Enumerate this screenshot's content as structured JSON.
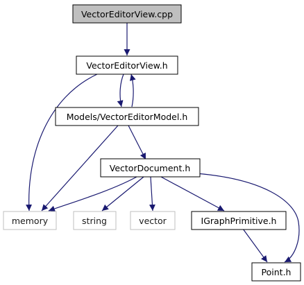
{
  "graph": {
    "nodes": {
      "root": {
        "label": "VectorEditorView.cpp",
        "kind": "root"
      },
      "view_h": {
        "label": "VectorEditorView.h",
        "kind": "project"
      },
      "model_h": {
        "label": "Models/VectorEditorModel.h",
        "kind": "project"
      },
      "document_h": {
        "label": "VectorDocument.h",
        "kind": "project"
      },
      "memory": {
        "label": "memory",
        "kind": "system"
      },
      "string": {
        "label": "string",
        "kind": "system"
      },
      "vector": {
        "label": "vector",
        "kind": "system"
      },
      "igraph_h": {
        "label": "IGraphPrimitive.h",
        "kind": "project"
      },
      "point_h": {
        "label": "Point.h",
        "kind": "project"
      }
    },
    "edges": [
      {
        "from": "root",
        "to": "view_h"
      },
      {
        "from": "view_h",
        "to": "memory"
      },
      {
        "from": "view_h",
        "to": "model_h"
      },
      {
        "from": "model_h",
        "to": "view_h"
      },
      {
        "from": "model_h",
        "to": "memory"
      },
      {
        "from": "model_h",
        "to": "document_h"
      },
      {
        "from": "document_h",
        "to": "memory"
      },
      {
        "from": "document_h",
        "to": "string"
      },
      {
        "from": "document_h",
        "to": "vector"
      },
      {
        "from": "document_h",
        "to": "igraph_h"
      },
      {
        "from": "document_h",
        "to": "point_h"
      },
      {
        "from": "igraph_h",
        "to": "point_h"
      }
    ],
    "colors": {
      "edge": "#191970",
      "root_fill": "#bfbfbf",
      "node_border": "#000000",
      "system_border": "#bfbfbf",
      "node_fill": "#ffffff"
    }
  }
}
